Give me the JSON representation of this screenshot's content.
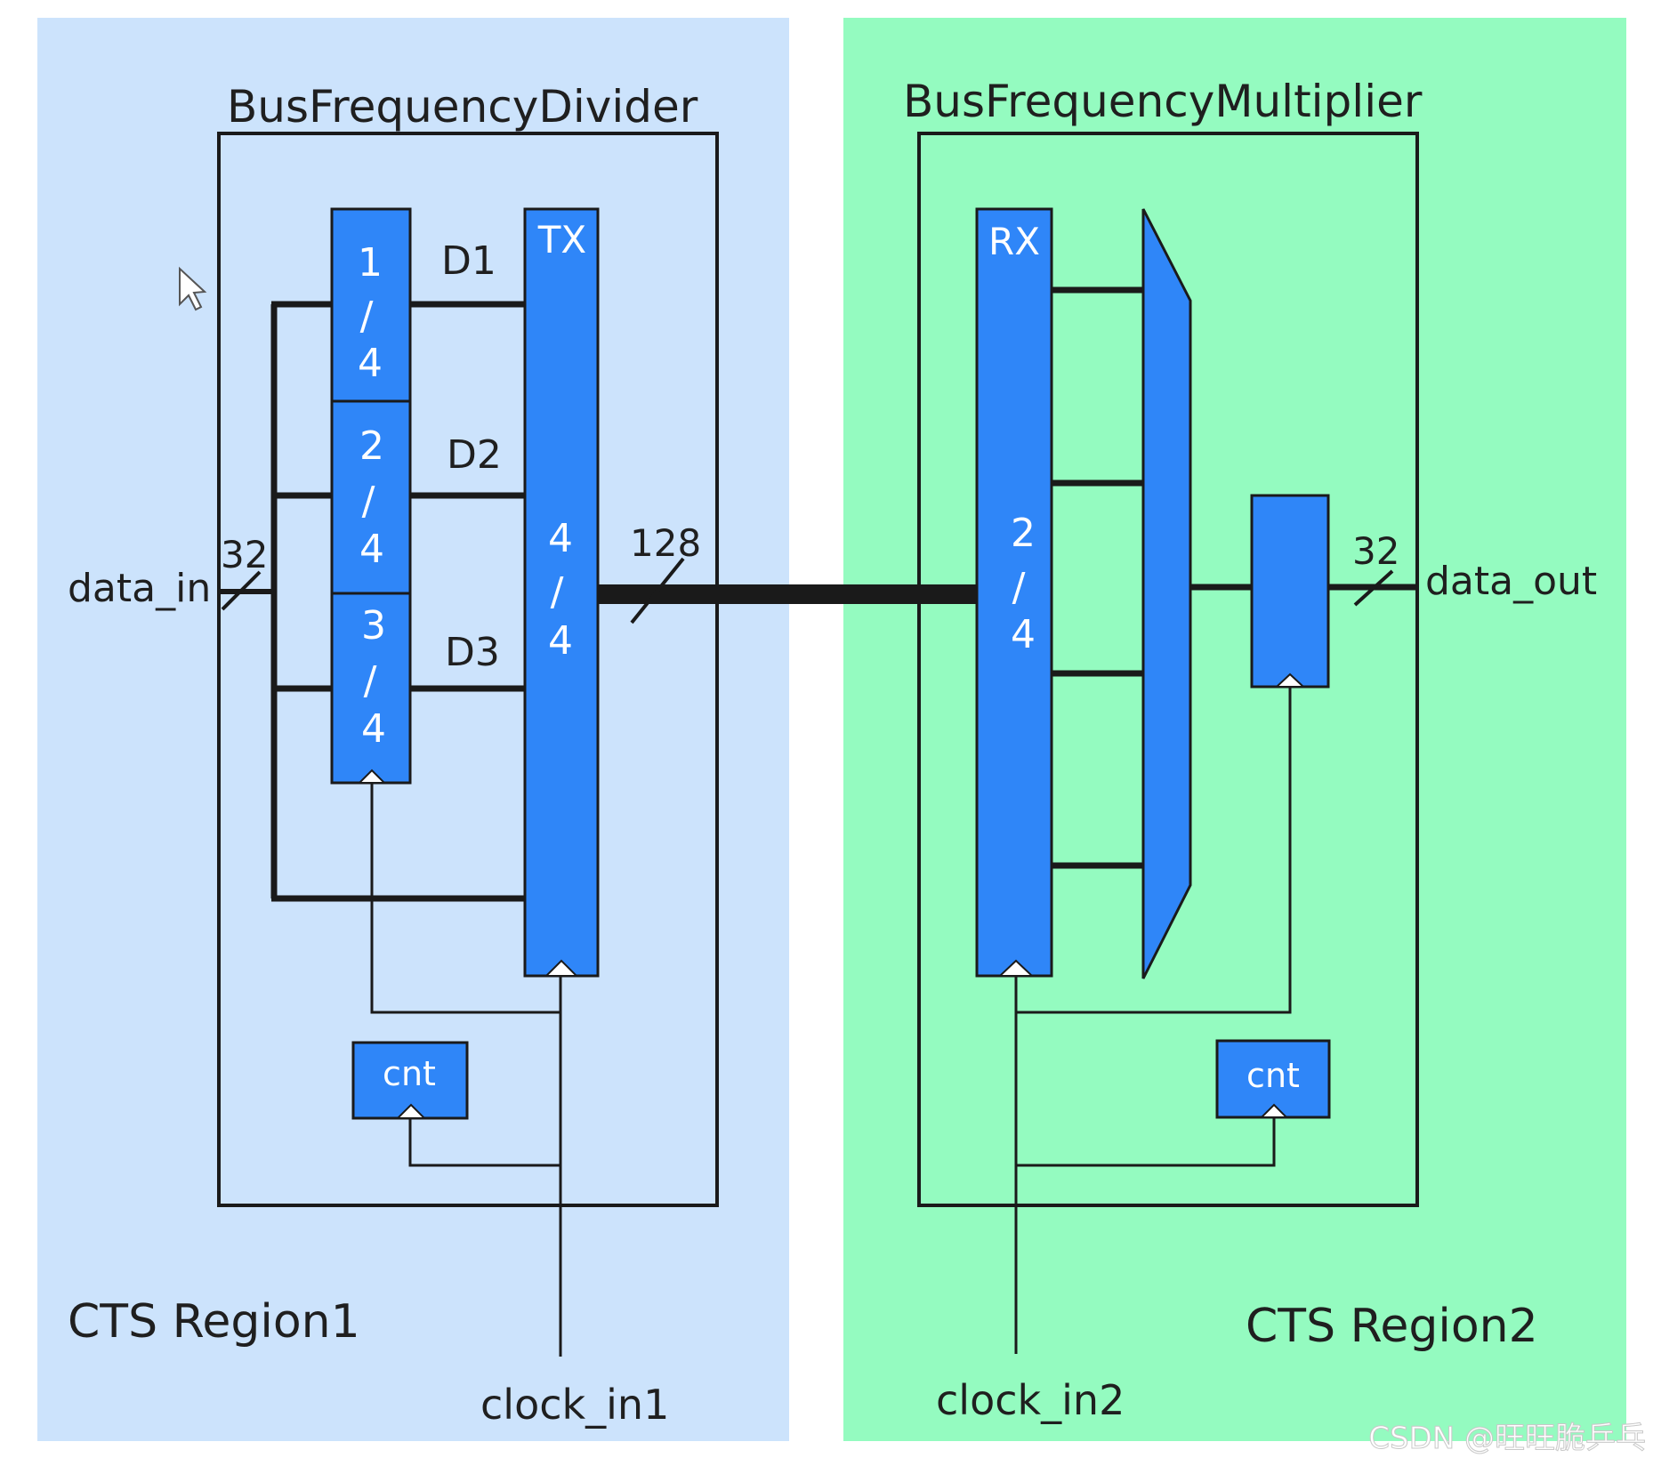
{
  "colors": {
    "region1_bg": "#cce3fc",
    "region2_bg": "#94fbc0",
    "block_fill": "#2f86f8",
    "line": "#1a1a1a"
  },
  "regions": {
    "region1": "CTS Region1",
    "region2": "CTS Region2"
  },
  "modules": {
    "divider": "BusFrequencyDivider",
    "multiplier": "BusFrequencyMultiplier"
  },
  "divider": {
    "slices": [
      {
        "num": "1",
        "slash": "/",
        "den": "4"
      },
      {
        "num": "2",
        "slash": "/",
        "den": "4"
      },
      {
        "num": "3",
        "slash": "/",
        "den": "4"
      }
    ],
    "wires": [
      "D1",
      "D2",
      "D3"
    ],
    "tx": {
      "label": "TX",
      "num": "4",
      "slash": "/",
      "den": "4"
    },
    "cnt": "cnt"
  },
  "multiplier": {
    "rx": {
      "label": "RX",
      "num": "2",
      "slash": "/",
      "den": "4"
    },
    "cnt": "cnt"
  },
  "signals": {
    "data_in": "data_in",
    "data_out": "data_out",
    "clock_in1": "clock_in1",
    "clock_in2": "clock_in2",
    "width_in": "32",
    "width_bus": "128",
    "width_out": "32"
  },
  "watermark": "CSDN @旺旺脆乒乓"
}
